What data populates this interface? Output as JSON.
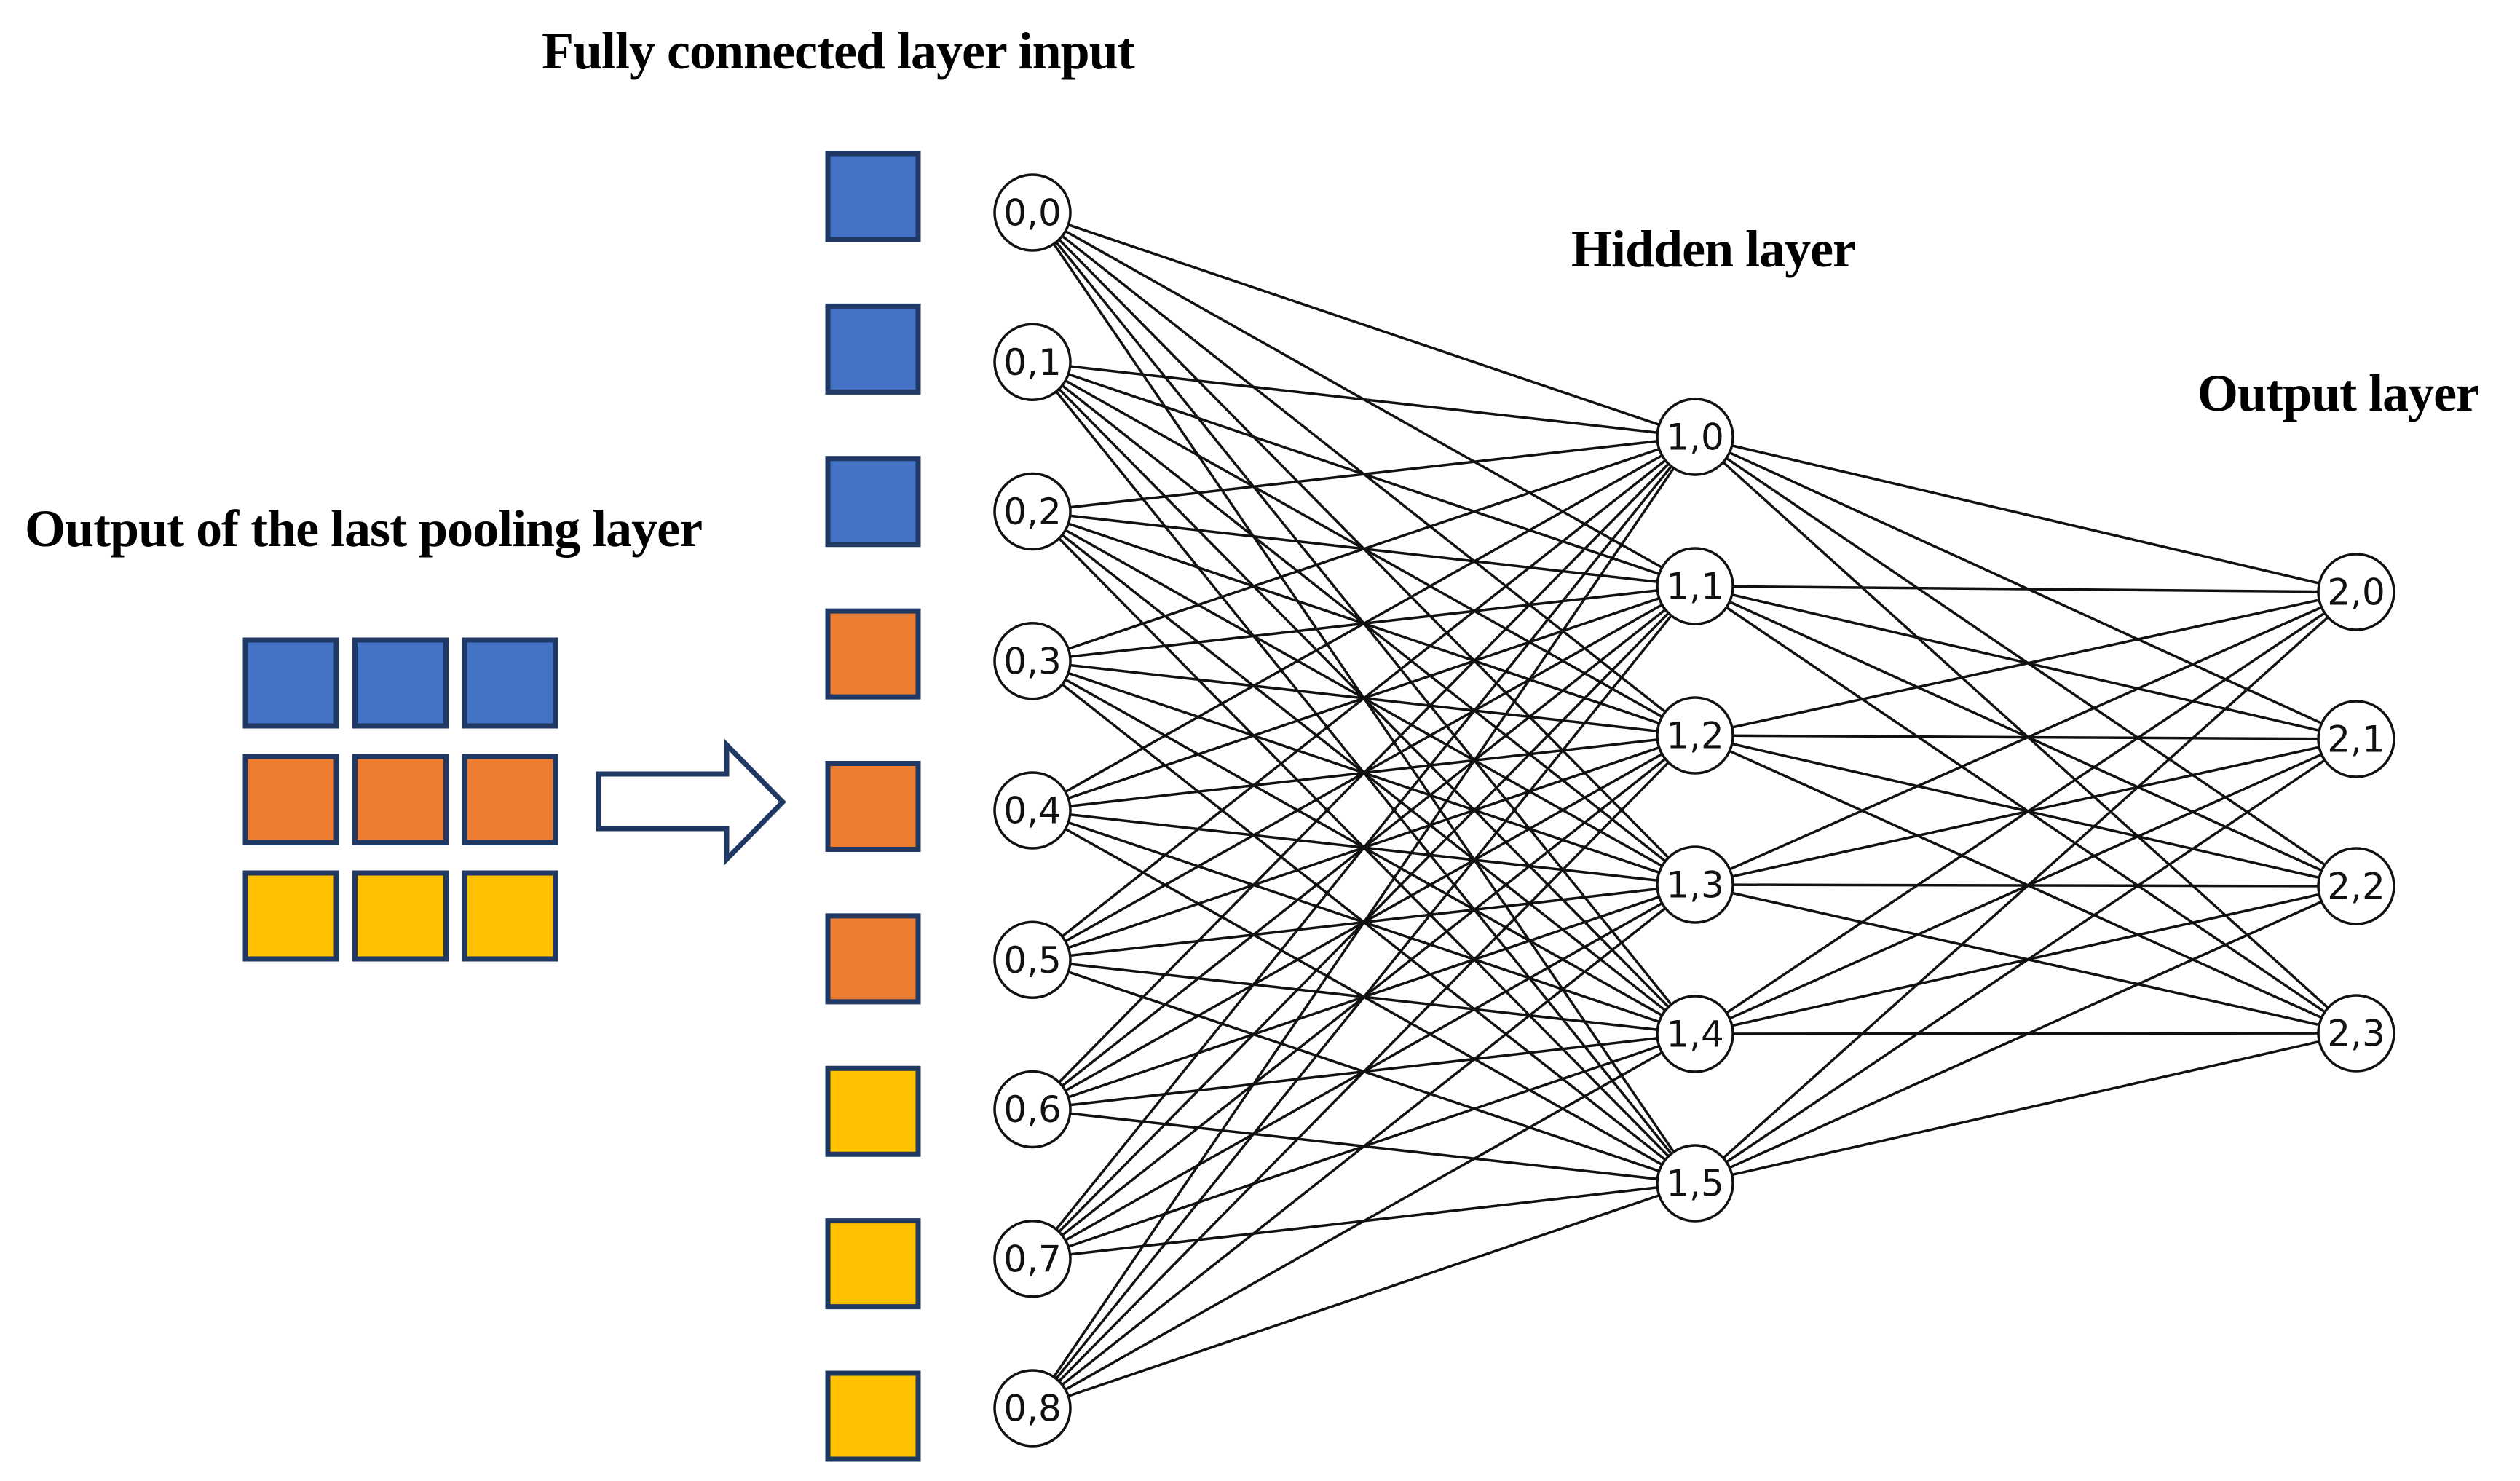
{
  "diagram": {
    "titles": {
      "pooling_output": "Output of the last pooling layer",
      "fc_input": "Fully connected layer input",
      "hidden_layer": "Hidden layer",
      "output_layer": "Output layer"
    },
    "colors": {
      "blue": "#4472C4",
      "orange": "#ED7D31",
      "yellow": "#FFC000",
      "shape_border": "#1F3864",
      "line": "#111111",
      "node_fill": "#FFFFFF"
    },
    "pooling_grid": {
      "rows": [
        [
          "blue",
          "blue",
          "blue"
        ],
        [
          "orange",
          "orange",
          "orange"
        ],
        [
          "yellow",
          "yellow",
          "yellow"
        ]
      ]
    },
    "fc_input_squares": [
      "blue",
      "blue",
      "blue",
      "orange",
      "orange",
      "orange",
      "yellow",
      "yellow",
      "yellow"
    ],
    "layers": {
      "input": {
        "nodes": [
          "0,0",
          "0,1",
          "0,2",
          "0,3",
          "0,4",
          "0,5",
          "0,6",
          "0,7",
          "0,8"
        ]
      },
      "hidden": {
        "nodes": [
          "1,0",
          "1,1",
          "1,2",
          "1,3",
          "1,4",
          "1,5"
        ]
      },
      "output": {
        "nodes": [
          "2,0",
          "2,1",
          "2,2",
          "2,3"
        ]
      }
    },
    "connections": {
      "input_to_hidden": "fully-connected",
      "hidden_to_output": "fully-connected"
    }
  }
}
